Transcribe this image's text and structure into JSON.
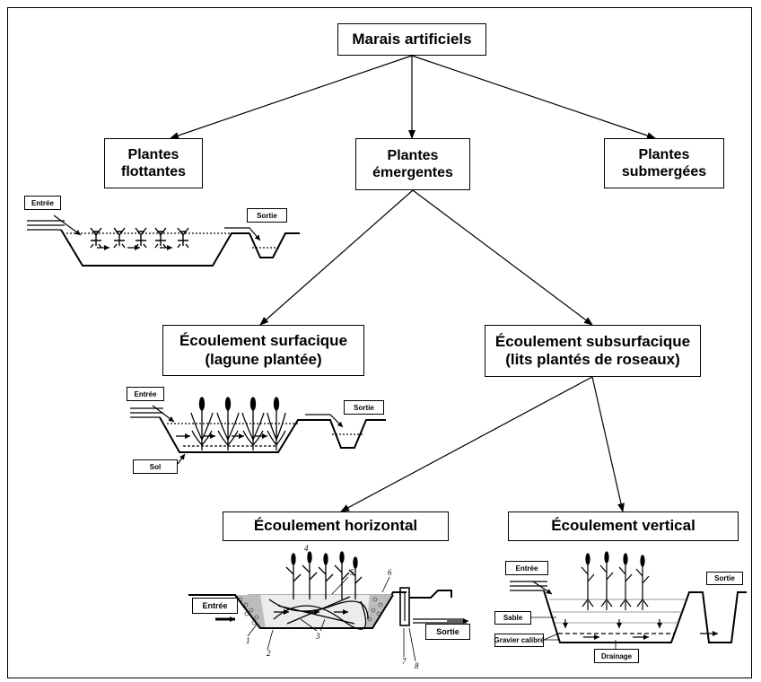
{
  "diagram": {
    "root": "Marais artificiels",
    "level1": {
      "floating": "Plantes\nflottantes",
      "emergent": "Plantes\némergentes",
      "submerged": "Plantes\nsubmergées"
    },
    "level2": {
      "surface": "Écoulement surfacique\n(lagune plantée)",
      "subsurface": "Écoulement subsurfacique\n(lits plantés de roseaux)"
    },
    "level3": {
      "horizontal": "Écoulement horizontal",
      "vertical": "Écoulement vertical"
    }
  },
  "sketches": {
    "floating": {
      "inlet": "Entrée",
      "outlet": "Sortie"
    },
    "surface": {
      "inlet": "Entrée",
      "outlet": "Sortie",
      "soil": "Sol"
    },
    "horizontal": {
      "inlet": "Entrée",
      "outlet": "Sortie",
      "numbers": [
        "1",
        "2",
        "3",
        "4",
        "5",
        "6",
        "7",
        "8"
      ]
    },
    "vertical": {
      "inlet": "Entrée",
      "outlet": "Sortie",
      "sand": "Sable",
      "gravel": "Gravier calibré",
      "drainage": "Drainage"
    }
  }
}
